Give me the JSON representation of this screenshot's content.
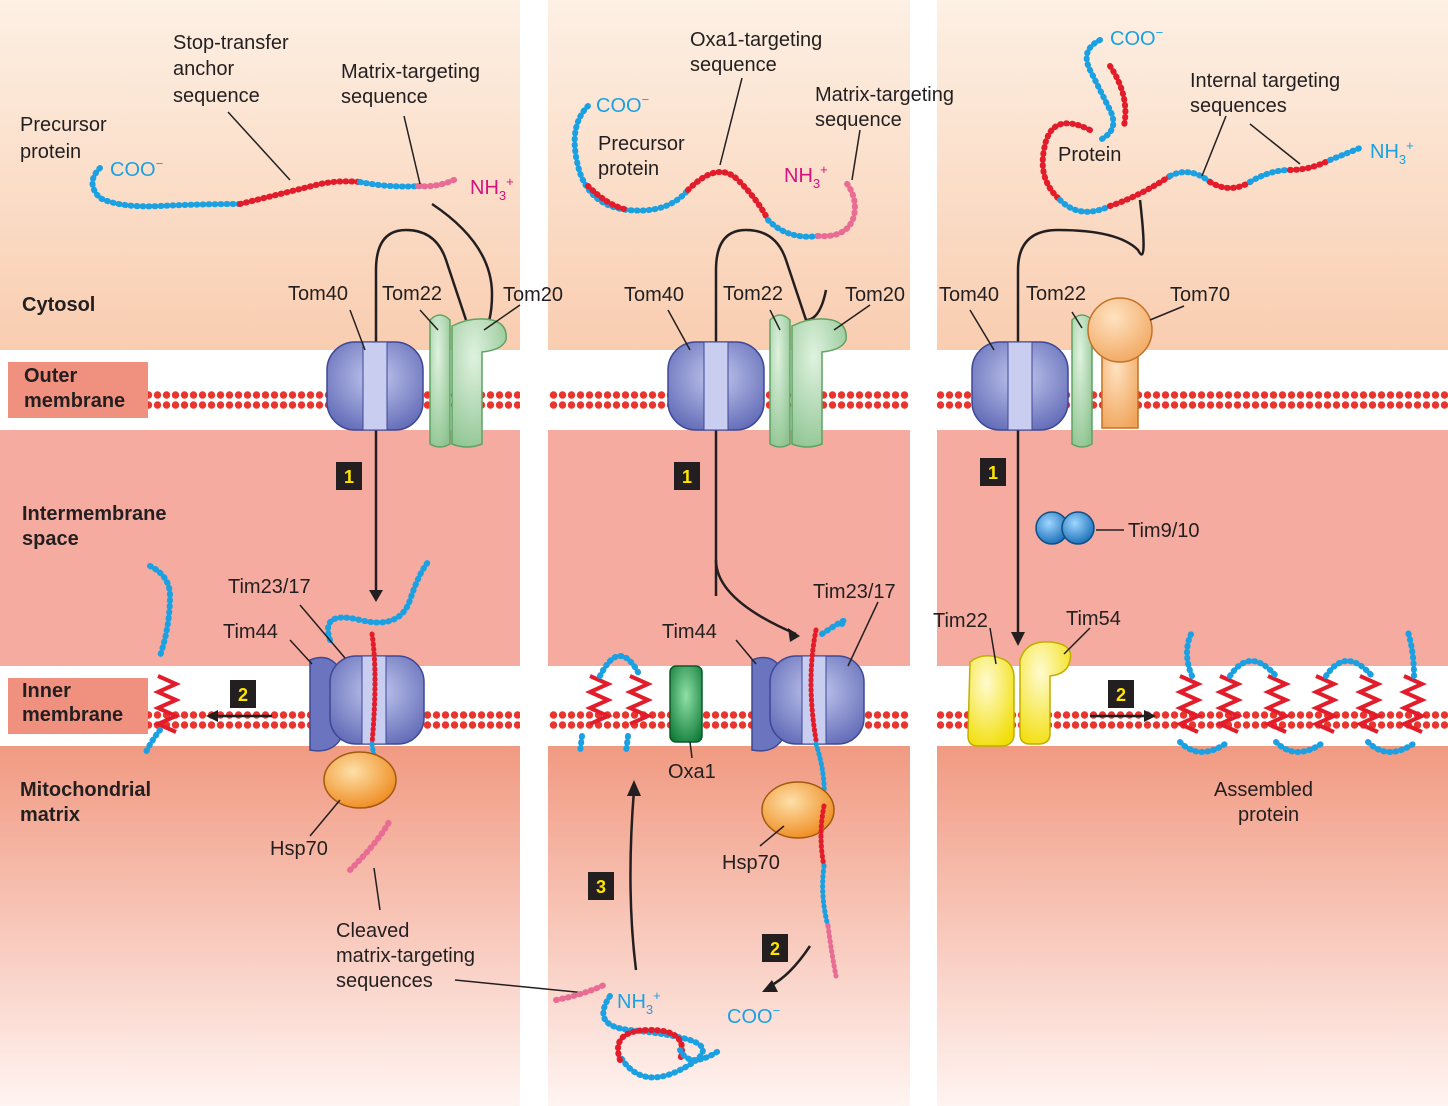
{
  "regions": {
    "cytosol": "Cytosol",
    "outer_membrane": [
      "Outer",
      "membrane"
    ],
    "intermembrane_space": [
      "Intermembrane",
      "space"
    ],
    "inner_membrane": [
      "Inner",
      "membrane"
    ],
    "matrix": [
      "Mitochondrial",
      "matrix"
    ]
  },
  "panel1": {
    "precursor": [
      "Precursor",
      "protein"
    ],
    "stop_transfer": [
      "Stop-transfer",
      "anchor",
      "sequence"
    ],
    "matrix_targeting": [
      "Matrix-targeting",
      "sequence"
    ],
    "coo": "COO",
    "nh3": "NH",
    "tom40": "Tom40",
    "tom22": "Tom22",
    "tom20": "Tom20",
    "tim23": "Tim23/17",
    "tim44": "Tim44",
    "hsp70": "Hsp70",
    "cleaved": [
      "Cleaved",
      "matrix-targeting",
      "sequences"
    ],
    "step1": "1",
    "step2": "2"
  },
  "panel2": {
    "precursor": [
      "Precursor",
      "protein"
    ],
    "oxa_targeting": [
      "Oxa1-targeting",
      "sequence"
    ],
    "matrix_targeting": [
      "Matrix-targeting",
      "sequence"
    ],
    "coo": "COO",
    "nh3": "NH",
    "tom40": "Tom40",
    "tom22": "Tom22",
    "tom20": "Tom20",
    "tim23": "Tim23/17",
    "tim44": "Tim44",
    "oxa1": "Oxa1",
    "hsp70": "Hsp70",
    "coo2": "COO",
    "nh3_2": "NH",
    "step1": "1",
    "step2": "2",
    "step3": "3"
  },
  "panel3": {
    "coo": "COO",
    "internal": [
      "Internal targeting",
      "sequences"
    ],
    "protein": "Protein",
    "nh3": "NH",
    "tom40": "Tom40",
    "tom22": "Tom22",
    "tom70": "Tom70",
    "tim910": "Tim9/10",
    "tim22": "Tim22",
    "tim54": "Tim54",
    "assembled": [
      "Assembled",
      "protein"
    ],
    "step1": "1",
    "step2": "2"
  },
  "colors": {
    "cytosol_top": "#fbe3cf",
    "cytosol_bottom": "#f9cfb0",
    "ims": "#f6aaa0",
    "matrix_top": "#f19b84",
    "matrix_bottom": "#fde7e3",
    "lipid_head": "#e8342c",
    "tom40": "#7e86c8",
    "tom20": "#a8d6a8",
    "tom70": "#f5b573",
    "tim22": "#f7ea1b",
    "oxa1": "#1b9a4a",
    "hsp70": "#f39c33",
    "chain_blue": "#1ba1e2",
    "chain_red": "#e21c2a",
    "chain_pink": "#e86c93"
  }
}
